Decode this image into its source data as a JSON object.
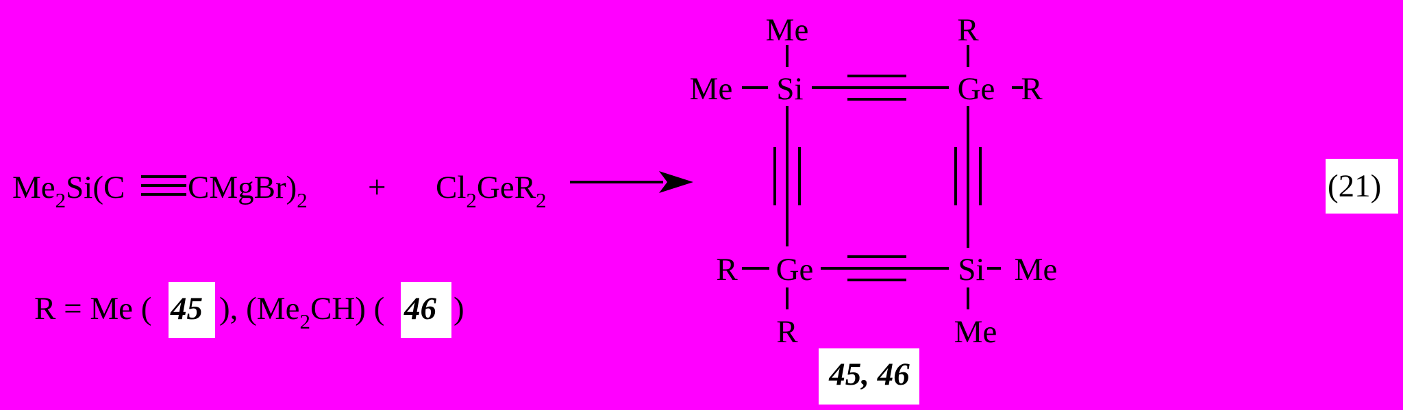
{
  "colors": {
    "background": "#FF00FF",
    "ink": "#000000",
    "label_box": "#FFFFFF"
  },
  "reactant1": {
    "prefix": "Me",
    "sub1": "2",
    "mid": "Si(C",
    "after_triple": "CMgBr)",
    "sub2": "2"
  },
  "plus": "+",
  "reactant2": {
    "part1": "Cl",
    "sub1": "2",
    "part2": "GeR",
    "sub2": "2"
  },
  "condition": {
    "prefix": "R = Me (",
    "label1": "45",
    "middle": "), (Me",
    "sub": "2",
    "after_sub": "CH) (",
    "label2": "46",
    "suffix": ")"
  },
  "equation_number": "(21)",
  "product_label": "45, 46",
  "ring": {
    "top_left": {
      "atom": "Si",
      "up": "Me",
      "left": "Me"
    },
    "top_right": {
      "atom": "Ge",
      "up": "R",
      "right": "R"
    },
    "bottom_left": {
      "atom": "Ge",
      "down": "R",
      "left": "R"
    },
    "bottom_right": {
      "atom": "Si",
      "down": "Me",
      "right": "Me"
    }
  }
}
